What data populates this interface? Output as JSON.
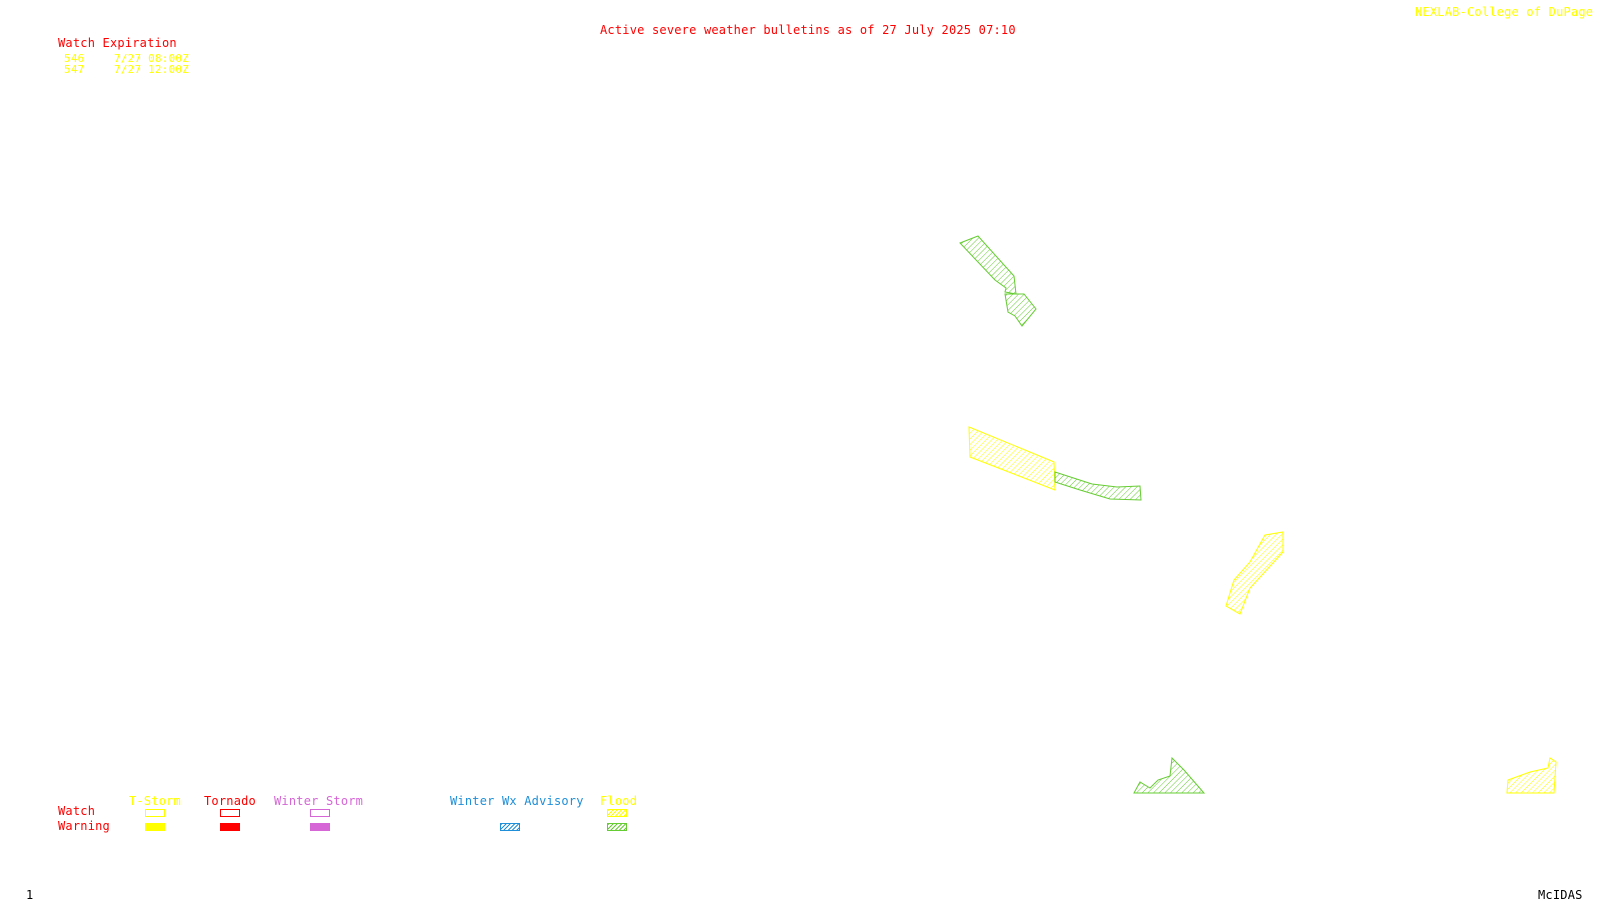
{
  "header": {
    "title": "Active severe weather bulletins as of 27 July 2025 07:10",
    "credit": "NEXLAB-College of DuPage R"
  },
  "watch_expiration": {
    "title": "Watch Expiration",
    "rows": [
      {
        "number": "546",
        "expires": "7/27 08:00Z"
      },
      {
        "number": "547",
        "expires": "7/27 12:00Z"
      }
    ]
  },
  "legend": {
    "row_labels": {
      "watch": "Watch",
      "warning": "Warning"
    },
    "categories": [
      {
        "name": "T-Storm",
        "color": "#ffff00"
      },
      {
        "name": "Tornado",
        "color": "#ff0000"
      },
      {
        "name": "Winter Storm",
        "color": "#d666d6"
      },
      {
        "name": "Winter Wx Advisory",
        "color": "#1e8fd8"
      },
      {
        "name": "Flood",
        "color": "#ffff00",
        "warning_color": "#66cc33"
      }
    ]
  },
  "footer": {
    "frame_number": "1",
    "software": "McIDAS"
  },
  "colors": {
    "flood_warning": "#66cc33",
    "flood_watch": "#ffff00"
  }
}
